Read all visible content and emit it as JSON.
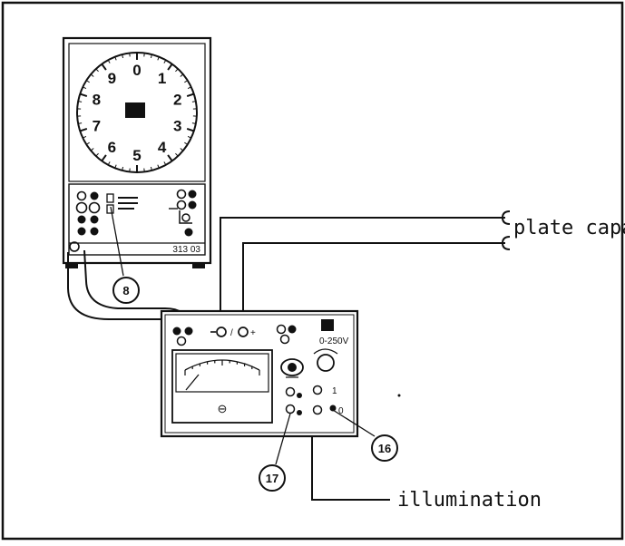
{
  "labels": {
    "plate_capacitor": "plate capacitor",
    "illumination": "illumination"
  },
  "callouts": {
    "c8": "8",
    "c16": "16",
    "c17": "17"
  },
  "dial": {
    "numbers": [
      "0",
      "1",
      "2",
      "3",
      "4",
      "5",
      "6",
      "7",
      "8",
      "9"
    ]
  },
  "instrument": {
    "model_number": "313 03",
    "power_label": "0-250V",
    "meter_symbol": "⊖"
  }
}
